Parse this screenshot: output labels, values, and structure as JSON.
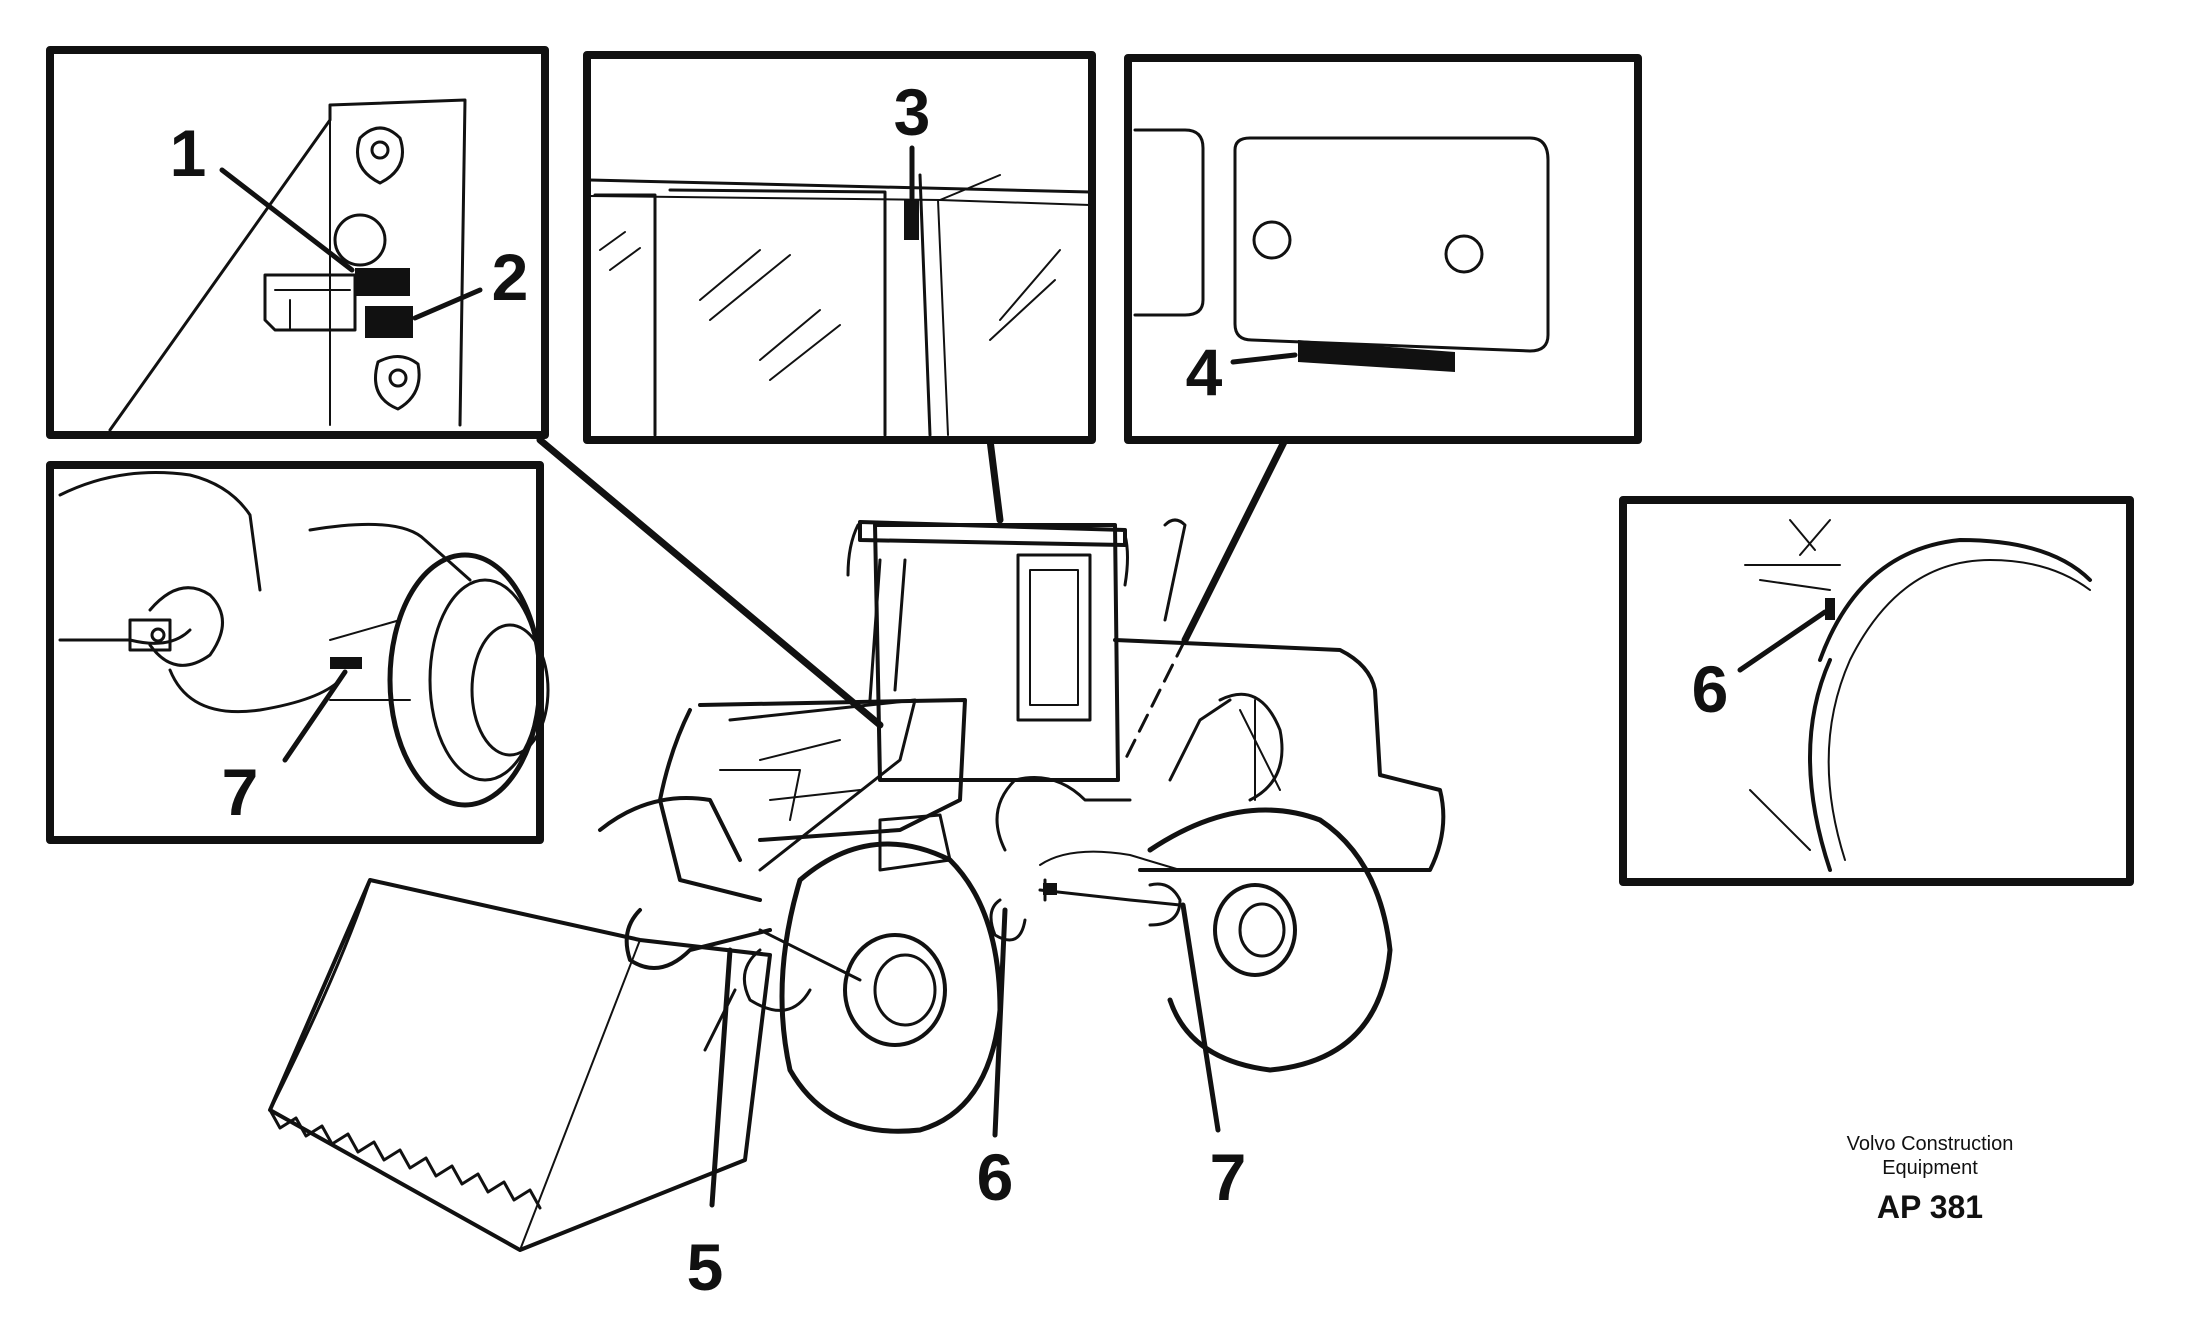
{
  "callouts": {
    "c1": "1",
    "c2": "2",
    "c3": "3",
    "c4": "4",
    "c5": "5",
    "c6_main": "6",
    "c6_detail": "6",
    "c7_main": "7",
    "c7_detail": "7"
  },
  "footer": {
    "brand_line1": "Volvo Construction",
    "brand_line2": "Equipment",
    "drawing_code": "AP 381"
  },
  "colors": {
    "ink": "#111111",
    "background": "#ffffff"
  },
  "icons": {
    "machine": "wheel-loader-illustration"
  }
}
